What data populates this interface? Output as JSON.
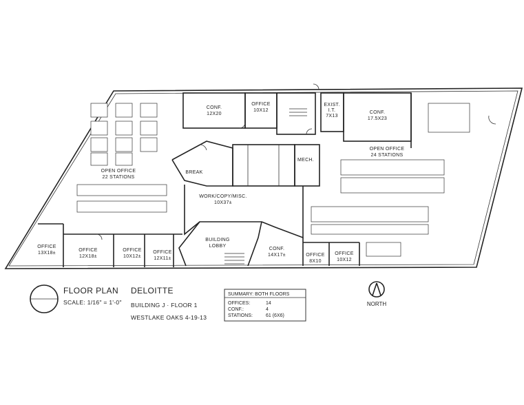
{
  "rooms": {
    "conf_12x20": [
      "CONF.",
      "12X20"
    ],
    "office_10x12_top": [
      "OFFICE",
      "10X12"
    ],
    "exist_it": [
      "EXIST.",
      "I.T.",
      "7X13"
    ],
    "conf_17x23": [
      "CONF.",
      "17.5X23"
    ],
    "open_office_22": [
      "OPEN OFFICE",
      "22 STATIONS"
    ],
    "open_office_24": [
      "OPEN OFFICE",
      "24 STATIONS"
    ],
    "break": [
      "BREAK"
    ],
    "mech": [
      "MECH."
    ],
    "work_copy": [
      "WORK/COPY/MISC.",
      "10X37±"
    ],
    "building_lobby": [
      "BUILDING",
      "LOBBY"
    ],
    "office_13x18": [
      "OFFICE",
      "13X18±"
    ],
    "office_12x18": [
      "OFFICE",
      "12X18±"
    ],
    "office_10x12b": [
      "OFFICE",
      "10X12±"
    ],
    "office_12x11": [
      "OFFICE",
      "12X11±"
    ],
    "conf_14x17": [
      "CONF.",
      "14X17±"
    ],
    "office_8x10": [
      "OFFICE",
      "8X10"
    ],
    "office_10x12_bot": [
      "OFFICE",
      "10X12"
    ]
  },
  "legend": {
    "floor_plan": "FLOOR PLAN",
    "scale": "SCALE: 1/16\" = 1'-0\""
  },
  "title_block": {
    "company": "DELOITTE",
    "building": "BUILDING J · FLOOR 1",
    "project": "WESTLAKE OAKS 4-19-13"
  },
  "summary": {
    "heading": "SUMMARY: BOTH FLOORS",
    "rows": [
      {
        "label": "OFFICES:",
        "value": "14"
      },
      {
        "label": "CONF.:",
        "value": "4"
      },
      {
        "label": "STATIONS:",
        "value": "61 (6X6)"
      }
    ]
  },
  "north": "NORTH"
}
